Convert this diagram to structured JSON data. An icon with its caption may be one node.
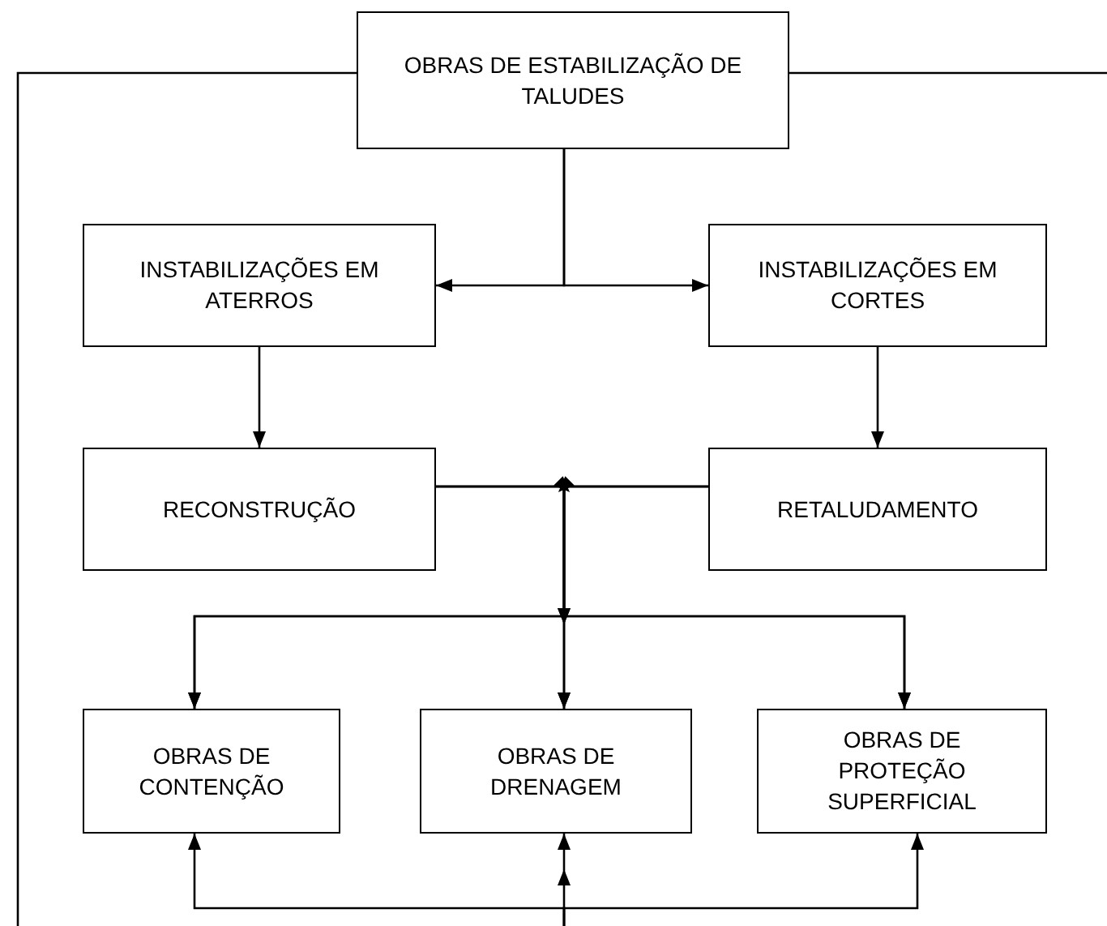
{
  "diagram": {
    "nodes": [
      {
        "text": [
          "OBRAS DE ESTABILIZAÇÃO DE TALUDES"
        ]
      },
      {
        "text": [
          "INSTABILIZAÇÕES EM ATERROS"
        ]
      },
      {
        "text": [
          "INSTABILIZAÇÕES EM CORTES"
        ]
      },
      {
        "text": [
          "RECONSTRUÇÃO"
        ]
      },
      {
        "text": [
          "RETALUDAMENTO"
        ]
      },
      {
        "text": [
          "OBRAS DE CONTENÇÃO"
        ]
      },
      {
        "text": [
          "OBRAS DE DRENAGEM"
        ]
      },
      {
        "text": [
          "OBRAS DE PROTEÇÃO SUPERFICIAL"
        ]
      }
    ],
    "edges": [
      {
        "from": 0,
        "to": 1,
        "arrow": "to"
      },
      {
        "from": 0,
        "to": 2,
        "arrow": "to"
      },
      {
        "from": 1,
        "to": 3,
        "arrow": "to"
      },
      {
        "from": 2,
        "to": 4,
        "arrow": "to"
      },
      {
        "from": 3,
        "to": 5,
        "arrow": "to"
      },
      {
        "from": 3,
        "to": 6,
        "arrow": "to"
      },
      {
        "from": 3,
        "to": 7,
        "arrow": "to"
      },
      {
        "from": 4,
        "to": 5,
        "arrow": "to"
      },
      {
        "from": 4,
        "to": 6,
        "arrow": "to"
      },
      {
        "from": 4,
        "to": 7,
        "arrow": "to"
      },
      {
        "from": 0,
        "to": null,
        "arrow": "none"
      },
      {
        "from": 0,
        "to": null,
        "arrow": "none"
      },
      {
        "from": null,
        "to": 5,
        "arrow": "to"
      },
      {
        "from": null,
        "to": 6,
        "arrow": "to"
      },
      {
        "from": null,
        "to": 7,
        "arrow": "to"
      }
    ]
  }
}
